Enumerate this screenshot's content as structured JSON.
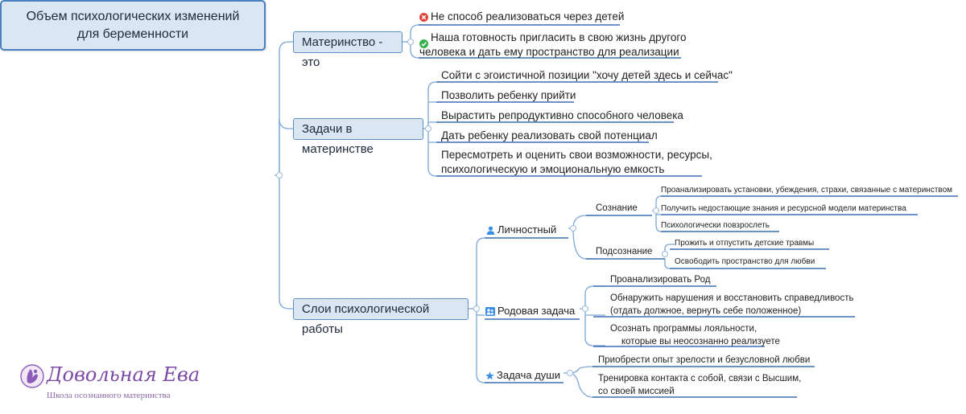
{
  "root": {
    "line1": "Объем психологических изменений",
    "line2": "для беременности"
  },
  "motherhood": {
    "label": "Материнство - это",
    "not": "Не способ реализоваться через детей",
    "is_line1": "Наша готовность пригласить в свою жизнь другого",
    "is_line2": "человека и дать ему пространство для реализации"
  },
  "tasks": {
    "label": "Задачи в материнстве",
    "items": [
      "Сойти с эгоистичной позиции \"хочу детей здесь и сейчас\"",
      "Позволить ребенку прийти",
      "Вырастить репродуктивно способного человека",
      "Дать ребенку реализовать свой потенциал"
    ],
    "last_line1": "Пересмотреть и оценить свои возможности, ресурсы,",
    "last_line2": "психологическую и эмоциональную емкость"
  },
  "layers": {
    "label": "Слои психологической работы",
    "personal": {
      "label": "Личностный",
      "consciousness": {
        "label": "Сознание",
        "items": [
          "Проанализировать установки, убеждения, страхи, связанные с материнством",
          "Получить недостающие знания и ресурсной модели материнства",
          "Психологически повзрослеть"
        ]
      },
      "subconscious": {
        "label": "Подсознание",
        "items": [
          "Прожить и отпустить детские травмы",
          "Освободить пространство для любви"
        ]
      }
    },
    "family": {
      "label": "Родовая задача",
      "item1": "Проанализировать Род",
      "item2_line1": "Обнаружить нарушения и восстановить справедливость",
      "item2_line2": "(отдать должное, вернуть себе положенное)",
      "item3_line1": "Осознать программы лояльности,",
      "item3_line2": "которые вы неосознанно реализуете"
    },
    "soul": {
      "label": "Задача души",
      "item1": "Приобрести опыт зрелости и безусловной любви",
      "item2_line1": "Тренировка контакта с собой, связи с Высшим,",
      "item2_line2": "со своей миссией"
    }
  },
  "logo": {
    "brand": "Довольная Ева",
    "tagline": "Школа осознанного материнства"
  },
  "colors": {
    "branch": "#7aa6d6",
    "underline": "#3d6fb5",
    "node_fill": "#dbe6f3",
    "node_border": "#5e8cc4",
    "brand": "#7b4aa5"
  }
}
